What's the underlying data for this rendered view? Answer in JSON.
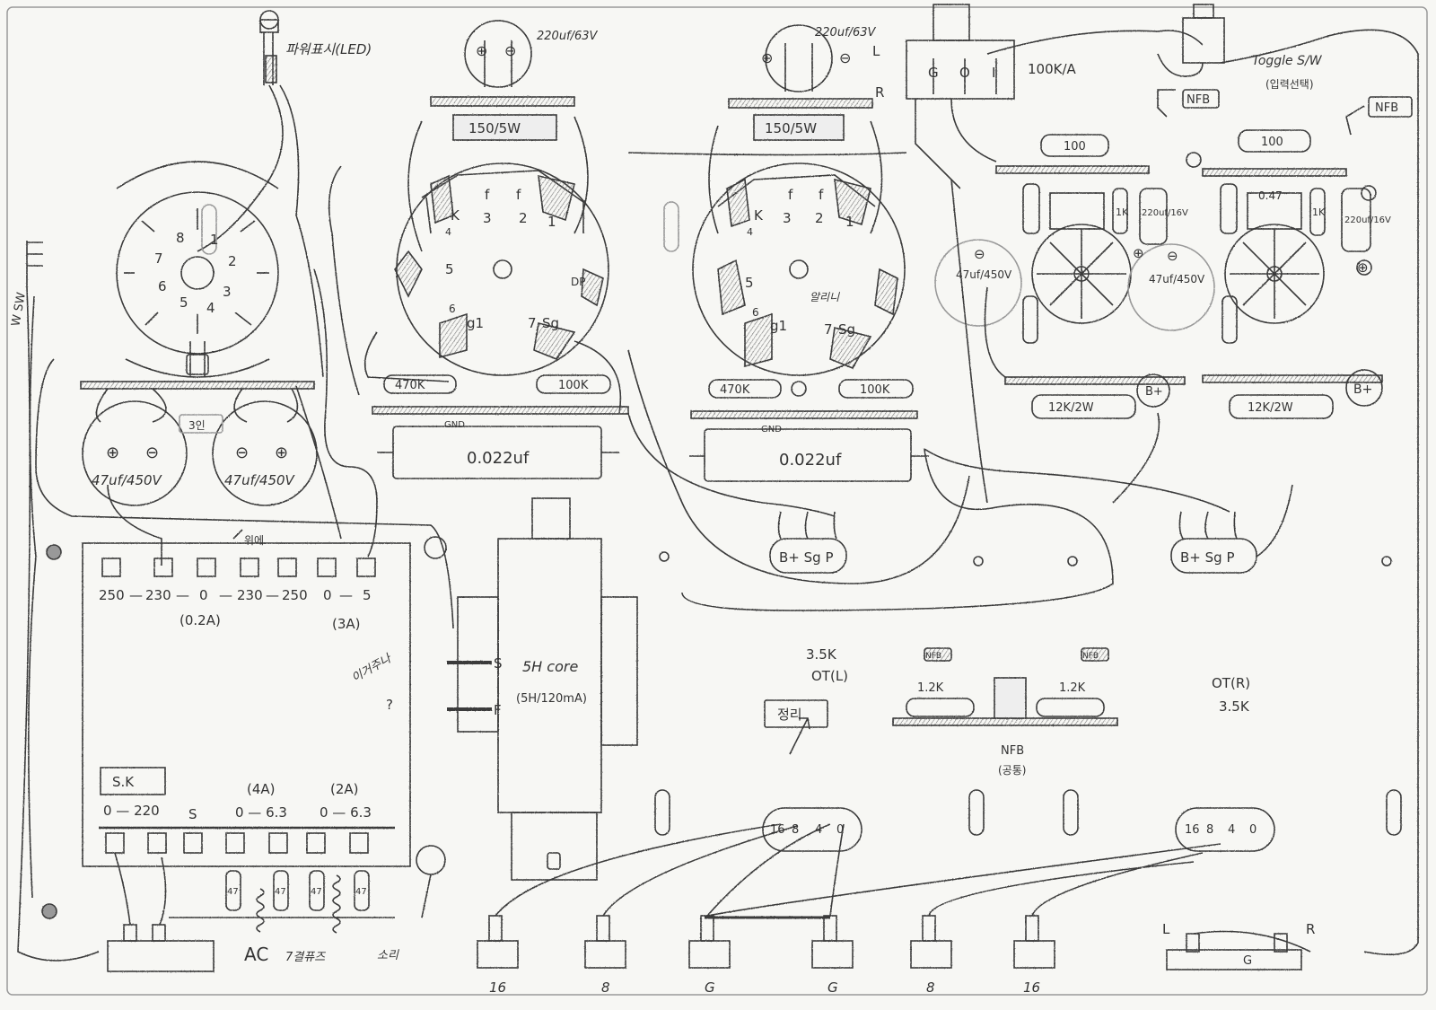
{
  "led": {
    "label": "파워표시(LED)"
  },
  "psu_tube": {
    "pins": [
      "8",
      "1",
      "2",
      "3",
      "4",
      "5",
      "6",
      "7"
    ]
  },
  "psu_caps": {
    "left": {
      "label": "47uf/450V",
      "pos": "⊕",
      "neg": "⊖"
    },
    "right": {
      "label": "47uf/450V",
      "pos": "⊕",
      "neg": "⊖"
    },
    "mid_note": "3인"
  },
  "power_switch": {
    "label": "W SW"
  },
  "power_tx": {
    "hv_taps": [
      "250",
      "230",
      "0",
      "230",
      "250"
    ],
    "hv_seps": [
      "—",
      "—",
      "—",
      "—"
    ],
    "hv_rating": "(0.2A)",
    "rect_taps": [
      "0",
      "5"
    ],
    "rect_sep": "—",
    "rect_rating": "(3A)",
    "note_arrow": "위에",
    "side_note": "이거주나",
    "side_mark": "?",
    "sk_label": "S.K",
    "primary": "0 — 220",
    "s_label": "S",
    "heater1_rating": "(4A)",
    "heater1": "0 — 6.3",
    "heater2_rating": "(2A)",
    "heater2": "0 — 6.3",
    "heater_res": [
      "47",
      "47",
      "47",
      "47"
    ]
  },
  "ac": {
    "label": "AC",
    "fuse_note": "7결퓨즈",
    "ground_note": "소리"
  },
  "left_output": {
    "cap_label": "220uf/63V",
    "cap_pos": "⊕",
    "cap_neg": "⊖",
    "cathode_res": "150/5W",
    "pin_k": "K",
    "pin_f1": "f",
    "pin_f2": "f",
    "pin_nums": [
      "4",
      "3",
      "2",
      "1"
    ],
    "pin5": "5",
    "pin6": "6",
    "pin7": "7",
    "pin_g1": "g1",
    "pin_sg": "Sg",
    "pin_dp": "DP",
    "grid_res": "470K",
    "mid_res": "100K",
    "ground": "GND",
    "coupling_cap": "0.022uf",
    "terminals": "B+ Sg P"
  },
  "right_output": {
    "cap_label": "220uf/63V",
    "cap_pos": "⊕",
    "cap_neg": "⊖",
    "l_mark": "L",
    "r_mark": "R",
    "cathode_res": "150/5W",
    "pin_k": "K",
    "pin_f1": "f",
    "pin_f2": "f",
    "pin_nums": [
      "4",
      "3",
      "2",
      "1"
    ],
    "pin5": "5",
    "pin6": "6",
    "pin7": "7",
    "pin_g1": "g1",
    "pin_sg": "Sg",
    "pin_note": "알리니",
    "grid_res": "470K",
    "mid_res": "100K",
    "ground": "GND",
    "coupling_cap": "0.022uf",
    "terminals": "B+ Sg P"
  },
  "volume": {
    "label": "100K/A",
    "pins": [
      "G",
      "O",
      "I"
    ]
  },
  "toggle": {
    "label": "Toggle S/W",
    "sub": "(입력선택)"
  },
  "driver_left": {
    "nfb": "NFB",
    "res_top": "100",
    "res_1k": "1K",
    "cap": "220uf/16V",
    "cap_big": "47uf/450V",
    "cap_big_neg": "⊖",
    "cap_pos": "⊕",
    "res_load": "12K/2W",
    "bplus": "B+"
  },
  "driver_right": {
    "nfb": "NFB",
    "res_top": "100",
    "res_1k": "1K",
    "cap": "220uf/16V",
    "ear_note": "0.47",
    "cap_big": "47uf/450V",
    "cap_big_neg": "⊖",
    "cap_pos": "⊕",
    "res_load": "12K/2W",
    "bplus": "B+"
  },
  "choke": {
    "label": "5H core",
    "rating": "(5H/120mA)",
    "s_pin": "S",
    "f_pin": "F"
  },
  "ot_left": {
    "impedance": "3.5K",
    "label": "OT(L)",
    "box": "정리",
    "taps": [
      "16",
      "8",
      "4",
      "0"
    ]
  },
  "ot_right": {
    "impedance": "3.5K",
    "label": "OT(R)",
    "taps": [
      "16",
      "8",
      "4",
      "0"
    ]
  },
  "nfb_board": {
    "res_left": "1.2K",
    "res_right": "1.2K",
    "tag": "NFB",
    "label": "NFB",
    "sub": "(공통)"
  },
  "speaker_posts": [
    "16",
    "8",
    "G",
    "G",
    "8",
    "16"
  ],
  "input_jacks": {
    "l": "L",
    "g": "G",
    "r": "R"
  }
}
